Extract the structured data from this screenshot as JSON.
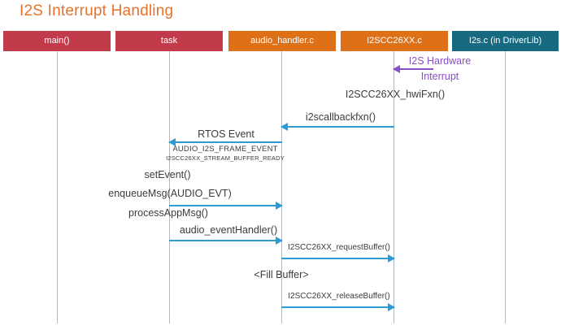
{
  "title": "I2S Interrupt Handling",
  "diagram_type": "sequence-diagram",
  "lanes": [
    {
      "label": "main()",
      "color": "#c23b4a"
    },
    {
      "label": "task",
      "color": "#c23b4a"
    },
    {
      "label": "audio_handler.c",
      "color": "#de7118"
    },
    {
      "label": "I2SCC26XX.c",
      "color": "#de7118"
    },
    {
      "label": "I2s.c (in DriverLib)",
      "color": "#17697f"
    }
  ],
  "messages": {
    "hw_interrupt_line1": "I2S Hardware",
    "hw_interrupt_line2": "Interrupt",
    "hwi_fxn": "I2SCC26XX_hwiFxn()",
    "i2s_callback": "i2scallbackfxn()",
    "rtos_event": "RTOS Event",
    "rtos_event_detail1": "AUDIO_I2S_FRAME_EVENT",
    "rtos_event_detail2": "I2SCC26XX_STREAM_BUFFER_READY",
    "set_event": "setEvent()",
    "enqueue_msg": "enqueueMsg(AUDIO_EVT)",
    "process_app_msg": "processAppMsg()",
    "audio_event_handler": "audio_eventHandler()",
    "request_buffer": "I2SCC26XX_requestBuffer()",
    "fill_buffer": "<Fill Buffer>",
    "release_buffer": "I2SCC26XX_releaseBuffer()"
  },
  "colors": {
    "title_orange": "#e8722c",
    "lane_red": "#c23b4a",
    "lane_orange": "#de7118",
    "lane_teal": "#17697f",
    "arrow_blue": "#2e9bd3",
    "arrow_purple": "#8a4fc4",
    "lifeline_gray": "#b7b7c0",
    "text_gray": "#3c3c3c"
  }
}
